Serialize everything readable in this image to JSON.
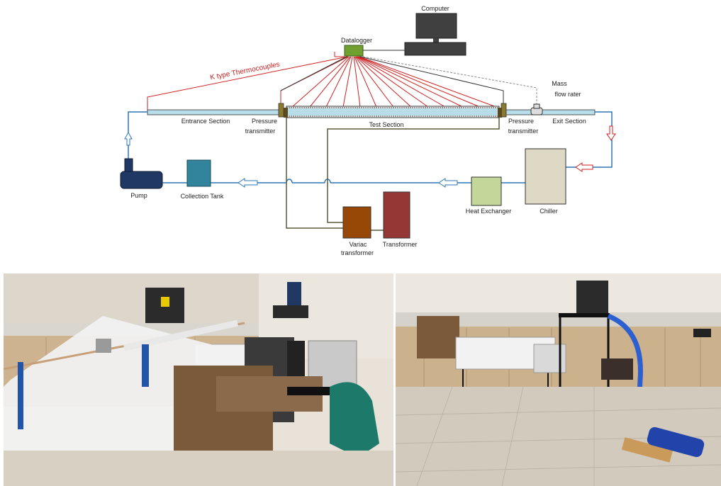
{
  "schematic": {
    "computer": "Computer",
    "datalogger": "Datalogger",
    "thermocouples": "K type Thermocouples",
    "mass_flow_rater": [
      "Mass",
      "flow rater"
    ],
    "entrance_section": "Entrance Section",
    "pressure_transmitter_left": [
      "Pressure",
      "transmitter"
    ],
    "test_section": "Test Section",
    "pressure_transmitter_right": [
      "Pressure",
      "transmitter"
    ],
    "exit_section": "Exit Section",
    "pump": "Pump",
    "collection_tank": "Collection Tank",
    "heat_exchanger": "Heat Exchanger",
    "chiller": "Chiller",
    "variac_transformer": [
      "Variac",
      "transformer"
    ],
    "transformer": "Transformer"
  },
  "colors": {
    "pipe_fill": "#b7dde8",
    "flow_line": "#2e75b6",
    "thermocouple_wire": "#d02020",
    "power_wire": "#5a5a3a",
    "datalogger": "#70a030",
    "pump": "#1f3864",
    "collection_tank": "#31849b",
    "heat_exchanger": "#c4d79b",
    "chiller": "#ddd9c4",
    "variac": "#984806",
    "transformer": "#953735"
  },
  "photos": {
    "left": "laboratory-photo-left",
    "right": "laboratory-photo-right"
  }
}
